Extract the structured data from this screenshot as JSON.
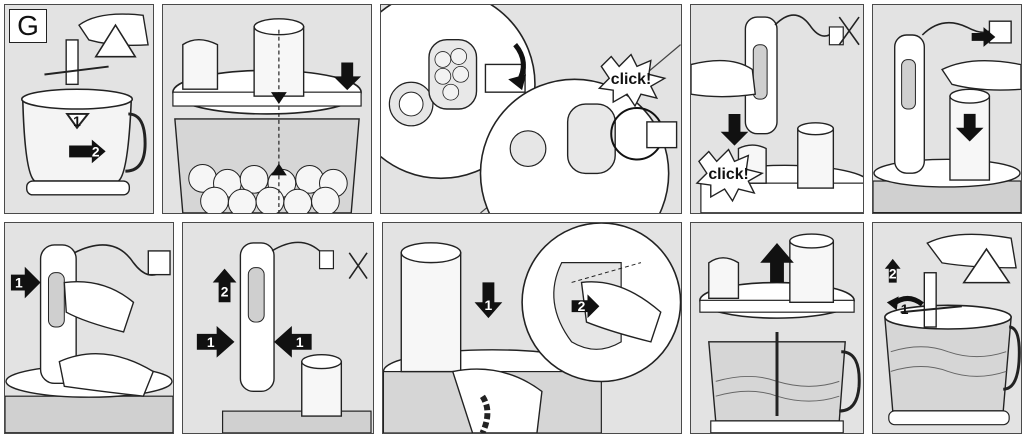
{
  "section_label": "G",
  "callouts": {
    "click_a": "click!",
    "click_b": "click!"
  },
  "steps": {
    "p1_a": "1",
    "p1_b": "2",
    "p6_a": "1",
    "p7_a": "2",
    "p7_b": "1",
    "p7_c": "1",
    "p8_a": "1",
    "p8_b": "2",
    "p10_a": "2",
    "p10_b": "1"
  },
  "colors": {
    "panel_bg": "#e3e3e3",
    "ink": "#222222",
    "grey_light": "#cfcfcf",
    "arrow": "#111111"
  }
}
